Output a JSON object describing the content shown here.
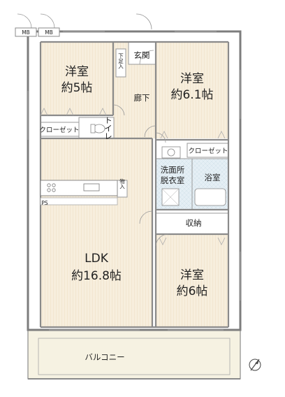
{
  "floorplan": {
    "rooms": {
      "western_nw": {
        "name": "洋室",
        "size": "約5帖"
      },
      "western_ne": {
        "name": "洋室",
        "size": "約6.1帖"
      },
      "western_se": {
        "name": "洋室",
        "size": "約6帖"
      },
      "ldk": {
        "name": "LDK",
        "size": "約16.8帖"
      }
    },
    "labels": {
      "genkan": "玄関",
      "getabako": "下足入",
      "roka": "廊下",
      "closet_w": "クローゼット",
      "closet_e": "クローゼット",
      "toilet": "トイレ",
      "senmenjo_1": "洗面所",
      "senmenjo_2": "脱衣室",
      "yokushitsu": "浴室",
      "shuno": "収納",
      "monoire": "物入",
      "balcony": "バルコニー",
      "ps": "PS",
      "mb_1": "MB",
      "mb_2": "MB"
    },
    "colors": {
      "room_fill": "#f7eedd",
      "wet_fill": "#e3eef4",
      "wall": "#8a8a8a",
      "balcony_fill": "#f6f2e2"
    },
    "compass_icon": "north-arrow-icon"
  }
}
